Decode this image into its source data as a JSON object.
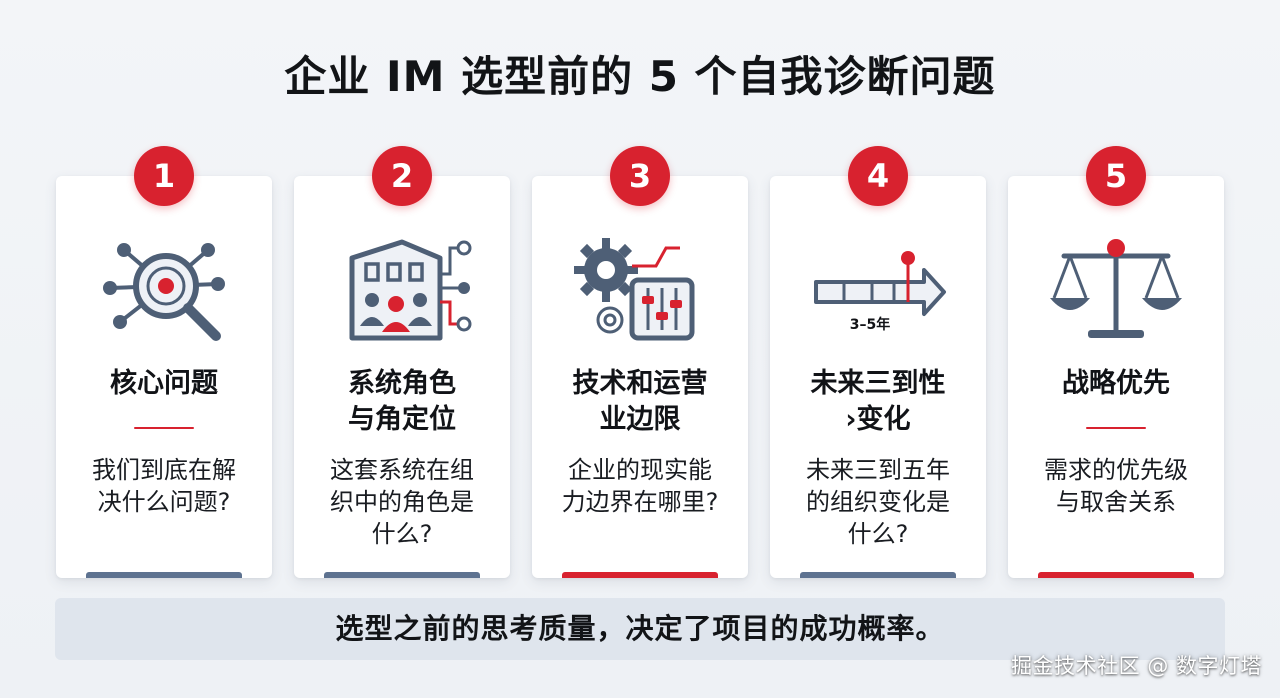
{
  "page": {
    "title": "企业 IM 选型前的 5 个自我诊断问题"
  },
  "theme": {
    "accent_red": "#d8222f",
    "icon_slate": "#4e5f76",
    "footer_blue": "#5d7290"
  },
  "cards": [
    {
      "number": "1",
      "heading_lines": [
        "核心问题"
      ],
      "body_lines": [
        "我们到底在解",
        "决什么问题?"
      ],
      "icon": "magnifier-target-icon",
      "footer_color": "#5d7290"
    },
    {
      "number": "2",
      "heading_lines": [
        "系统角色",
        "与角定位"
      ],
      "body_lines": [
        "这套系统在组",
        "织中的角色是",
        "什么?"
      ],
      "icon": "building-people-icon",
      "footer_color": "#5d7290"
    },
    {
      "number": "3",
      "heading_lines": [
        "技术和运营",
        "业边限"
      ],
      "body_lines": [
        "企业的现实能",
        "力边界在哪里?"
      ],
      "icon": "gears-sliders-icon",
      "footer_color": "#d8222f"
    },
    {
      "number": "4",
      "heading_lines": [
        "未来三到性",
        "›变化"
      ],
      "body_lines": [
        "未来三到五年",
        "的组织变化是",
        "什么?"
      ],
      "icon": "timeline-arrow-icon",
      "icon_caption": "3–5年",
      "footer_color": "#5d7290"
    },
    {
      "number": "5",
      "heading_lines": [
        "战略优先"
      ],
      "body_lines": [
        "需求的优先级",
        "与取舍关系"
      ],
      "icon": "balance-scale-icon",
      "footer_color": "#d8222f"
    }
  ],
  "banner": {
    "text": "选型之前的思考质量，决定了项目的成功概率。"
  },
  "watermark": {
    "text": "掘金技术社区 @ 数字灯塔"
  }
}
